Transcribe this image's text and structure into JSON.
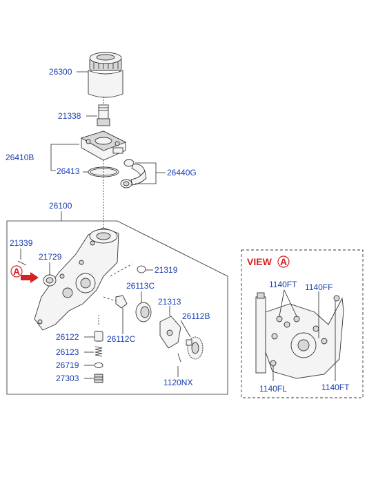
{
  "view": {
    "title": "VIEW",
    "marker": "A"
  },
  "callout_marker": "A",
  "parts": {
    "p26300": "26300",
    "p21338": "21338",
    "p26410B": "26410B",
    "p26413": "26413",
    "p26440G": "26440G",
    "p26100": "26100",
    "p21339": "21339",
    "p21729": "21729",
    "p21319": "21319",
    "p26113C": "26113C",
    "p21313": "21313",
    "p26112B": "26112B",
    "p26122": "26122",
    "p26112C": "26112C",
    "p26123": "26123",
    "p26719": "26719",
    "p27303": "27303",
    "p1120NX": "1120NX"
  },
  "view_parts": {
    "p1140FT_top": "1140FT",
    "p1140FF": "1140FF",
    "p1140FL": "1140FL",
    "p1140FT_bottom": "1140FT"
  },
  "colors": {
    "label": "#1a3db3",
    "accent": "#d42222",
    "line": "#222222"
  }
}
